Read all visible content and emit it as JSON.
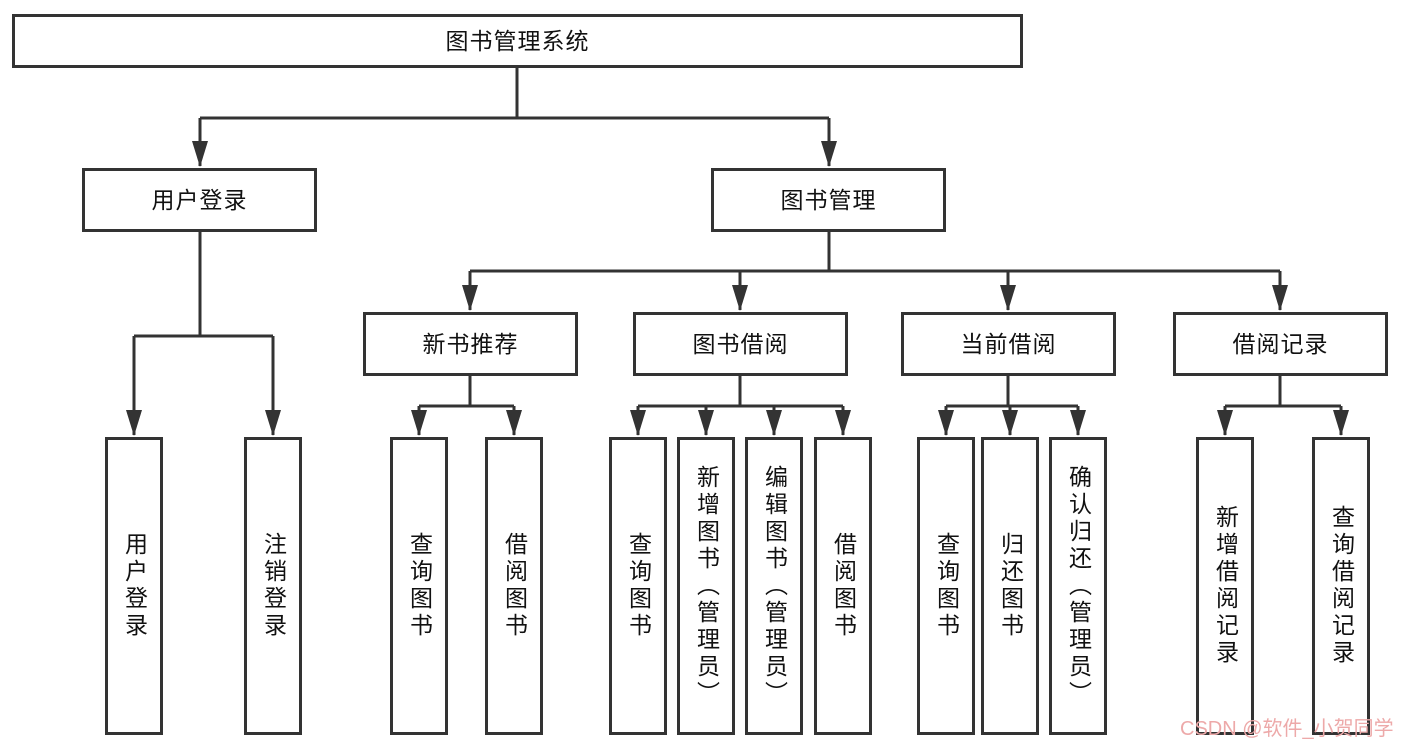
{
  "diagram": {
    "root": {
      "label": "图书管理系统"
    },
    "branches": [
      {
        "label": "用户登录",
        "children": [
          {
            "label": "用户登录"
          },
          {
            "label": "注销登录"
          }
        ]
      },
      {
        "label": "图书管理",
        "children": [
          {
            "label": "新书推荐",
            "children": [
              {
                "label": "查询图书"
              },
              {
                "label": "借阅图书"
              }
            ]
          },
          {
            "label": "图书借阅",
            "children": [
              {
                "label": "查询图书"
              },
              {
                "label": "新增图书（管理员）"
              },
              {
                "label": "编辑图书（管理员）"
              },
              {
                "label": "借阅图书"
              }
            ]
          },
          {
            "label": "当前借阅",
            "children": [
              {
                "label": "查询图书"
              },
              {
                "label": "归还图书"
              },
              {
                "label": "确认归还（管理员）"
              }
            ]
          },
          {
            "label": "借阅记录",
            "children": [
              {
                "label": "新增借阅记录"
              },
              {
                "label": "查询借阅记录"
              }
            ]
          }
        ]
      }
    ]
  },
  "watermark": {
    "text": "CSDN @软件_小贺同学"
  },
  "colors": {
    "line": "#333333",
    "text": "#111111",
    "watermark": "#eda9a9",
    "background": "#ffffff"
  }
}
